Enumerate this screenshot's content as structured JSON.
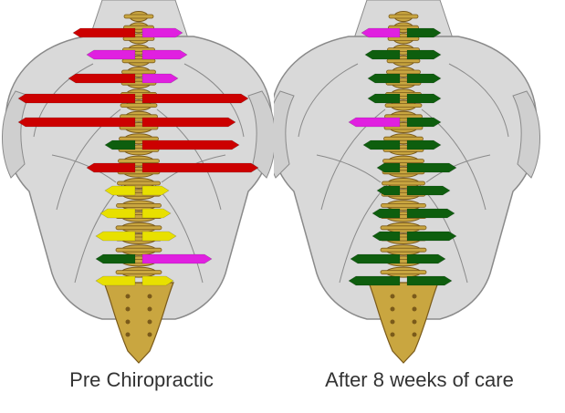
{
  "colors": {
    "red": "#cc0000",
    "magenta": "#e020e0",
    "green": "#0e5e0e",
    "yellow": "#e8e000",
    "bone": "#c9a640",
    "bone_dark": "#7a5a1a",
    "muscle": "#d9d9d9",
    "muscle_line": "#8a8a8a"
  },
  "panels": [
    {
      "caption": "Pre Chiropractic",
      "markers": [
        {
          "left": "red",
          "right": "magenta"
        },
        {
          "left": "magenta",
          "right": "magenta"
        },
        {
          "left": "red",
          "right": "magenta"
        },
        {
          "left": "red",
          "right": "red"
        },
        {
          "left": "red",
          "right": "red"
        },
        {
          "left": "green",
          "right": "red"
        },
        {
          "left": "red",
          "right": "red"
        },
        {
          "left": "yellow",
          "right": "yellow"
        },
        {
          "left": "yellow",
          "right": "yellow"
        },
        {
          "left": "yellow",
          "right": "yellow"
        },
        {
          "left": "green",
          "right": "magenta"
        },
        {
          "left": "yellow",
          "right": "yellow"
        }
      ]
    },
    {
      "caption": "After 8 weeks of care",
      "markers": [
        {
          "left": "magenta",
          "right": "green"
        },
        {
          "left": "green",
          "right": "green"
        },
        {
          "left": "green",
          "right": "green"
        },
        {
          "left": "green",
          "right": "green"
        },
        {
          "left": "magenta",
          "right": "green"
        },
        {
          "left": "green",
          "right": "green"
        },
        {
          "left": "green",
          "right": "green"
        },
        {
          "left": "green",
          "right": "green"
        },
        {
          "left": "green",
          "right": "green"
        },
        {
          "left": "green",
          "right": "green"
        },
        {
          "left": "green",
          "right": "green"
        },
        {
          "left": "green",
          "right": "green"
        }
      ]
    }
  ]
}
